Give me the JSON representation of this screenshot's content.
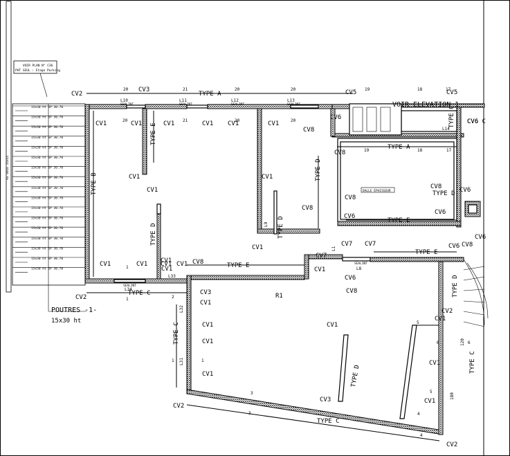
{
  "ref_box": {
    "line1": "VOIR PLAN N° C36",
    "line2": "PHT SEUL : Etage Parking"
  },
  "left_edge_label": "AS SOLE 11x11",
  "beams": {
    "label": "POUTRES -1-",
    "size": "15x30 ht",
    "rows": [
      "15x30 ht SP 30.70",
      "15x30 ht SP 30.70",
      "15x30 ht SP 30.70",
      "15x30 ht SP 30.70",
      "15x30 ht SP 30.70",
      "15x30 ht SP 30.70",
      "15x30 ht SP 30.70",
      "15x30 ht SP 30.70",
      "15x30 ht SP 30.70",
      "15x30 ht SP 30.70",
      "15x30 ht SP 30.70",
      "15x30 ht SP 30.70",
      "15x30 ht SP 30.70",
      "15x30 ht SP 30.70",
      "15x30 ht SP 30.70",
      "15x30 ht SP 30.70",
      "15x30 ht SP 30.70"
    ]
  },
  "elevation_note": "VOIR ELEVATION 1",
  "center_note": "DALLE ÉPAISSEUR",
  "wall_types": {
    "type_a": "TYPE A",
    "type_b": "TYPE B",
    "type_c": "TYPE C",
    "type_d": "TYPE D",
    "type_e": "TYPE E"
  },
  "sections": {
    "s18": "18",
    "s19": "19",
    "s20": "20",
    "s21": "21",
    "s17": "17",
    "s1": "1",
    "s2": "2",
    "s3": "3",
    "s4": "4",
    "s5": "5",
    "s6": "6"
  },
  "lintels": [
    "L10",
    "L11",
    "L12",
    "L13",
    "L14",
    "L1",
    "L8",
    "L9",
    "L32",
    "L33",
    "L34",
    "L31"
  ],
  "lintel_sub": "SEALINT",
  "col_cv1": "CV1",
  "col_cv2": "CV2",
  "col_cv3": "CV3",
  "col_cv5": "CV5",
  "col_cv6": "CV6",
  "col_cv7": "CV7",
  "col_cv8": "CV8",
  "cv6c": "CV6 C",
  "r1": "R1",
  "dim_120": "120",
  "dim_180": "180"
}
